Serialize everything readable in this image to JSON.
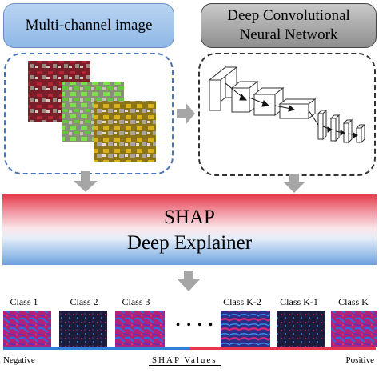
{
  "headers": {
    "left": "Multi-channel image",
    "right_line1": "Deep Convolutional",
    "right_line2": "Neural Network"
  },
  "explainer": {
    "line1": "SHAP",
    "line2": "Deep Explainer"
  },
  "classes": [
    "Class 1",
    "Class 2",
    "Class 3",
    "Class K-2",
    "Class K-1",
    "Class K"
  ],
  "ellipsis": "• • • •",
  "scale": {
    "negative": "Negative",
    "title": "SHAP Values",
    "positive": "Positive",
    "negative_color": "#2f80d6",
    "positive_color": "#e8364f"
  },
  "colors": {
    "header_left": "#8fb8e6",
    "header_right": "#8e8e8e",
    "arrow": "#a6a6a6"
  }
}
